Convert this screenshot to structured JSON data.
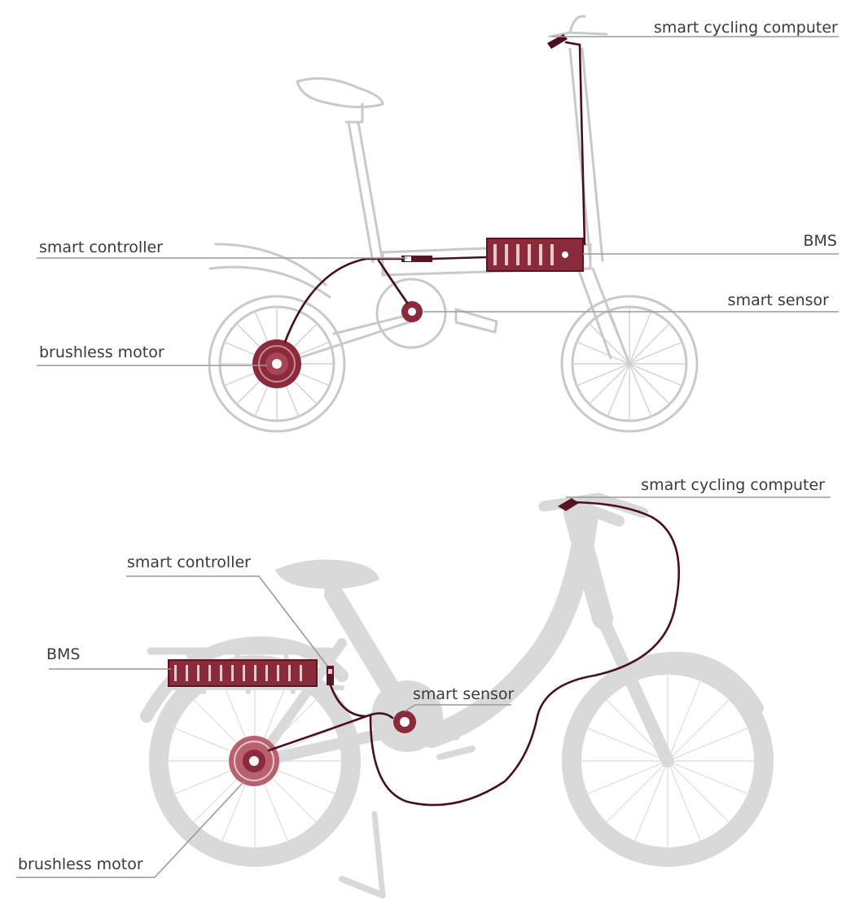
{
  "diagrams": [
    {
      "labels": {
        "cycling_computer": "smart cycling computer",
        "controller": "smart controller",
        "bms": "BMS",
        "sensor": "smart sensor",
        "motor": "brushless motor"
      }
    },
    {
      "labels": {
        "cycling_computer": "smart cycling computer",
        "controller": "smart controller",
        "bms": "BMS",
        "sensor": "smart sensor",
        "motor": "brushless motor"
      }
    }
  ],
  "colors": {
    "component": "#8b2a3a",
    "component_dark": "#5a1522",
    "component_light": "#c98a94",
    "cable": "#4a0f1a",
    "bike_outline": "#c9c9c9",
    "bike_silhouette": "#d9d9d9"
  }
}
